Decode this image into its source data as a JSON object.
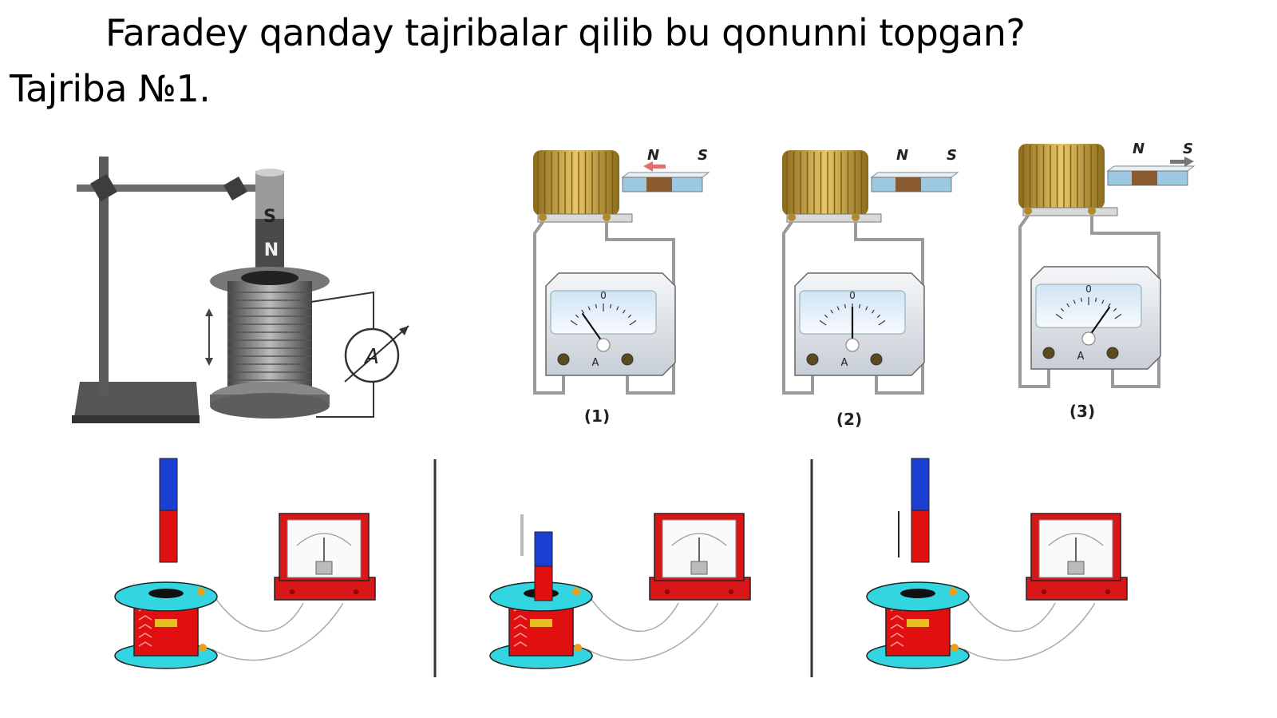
{
  "slide": {
    "title": "Faradey qanday tajribalar qilib bu qonunni topgan?",
    "subtitle": "Tajriba №1."
  },
  "stand_experiment": {
    "magnet_top_pole": "S",
    "magnet_bottom_pole": "N",
    "meter_symbol": "A"
  },
  "horizontal_experiments": [
    {
      "caption": "(1)",
      "pole_left": "N",
      "pole_right": "S",
      "meter_label": "A",
      "meter_zero": "0"
    },
    {
      "caption": "(2)",
      "pole_left": "N",
      "pole_right": "S",
      "meter_label": "A",
      "meter_zero": "0"
    },
    {
      "caption": "(3)",
      "pole_left": "N",
      "pole_right": "S",
      "meter_label": "A",
      "meter_zero": "0"
    }
  ],
  "colors": {
    "coil_gold": "#c9a23a",
    "magnet_blue": "#1a3fd1",
    "magnet_red": "#e01010",
    "spool_cyan": "#33d6e0",
    "meter_red": "#d81818"
  }
}
